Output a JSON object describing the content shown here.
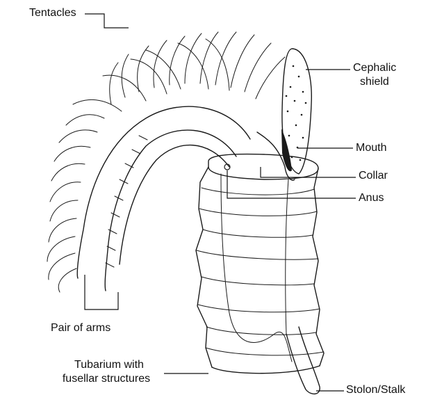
{
  "diagram": {
    "labels": {
      "tentacles": "Tentacles",
      "cephalic_shield_1": "Cephalic",
      "cephalic_shield_2": "shield",
      "mouth": "Mouth",
      "collar": "Collar",
      "anus": "Anus",
      "pair_of_arms": "Pair of arms",
      "tubarium_1": "Tubarium with",
      "tubarium_2": "fusellar structures",
      "stolon": "Stolon/Stalk"
    },
    "colors": {
      "ink": "#1a1a1a",
      "background": "#ffffff"
    }
  }
}
